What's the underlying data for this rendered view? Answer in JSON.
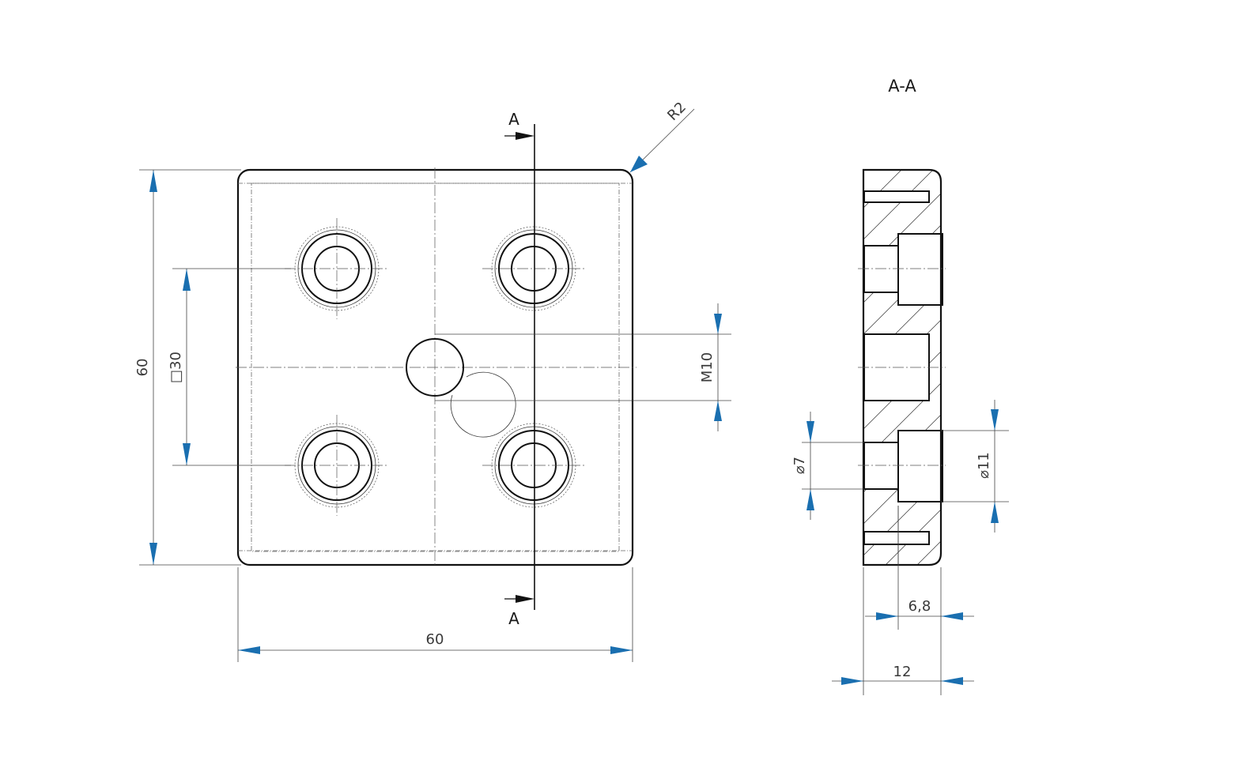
{
  "section_title": "A-A",
  "cut_labels": {
    "top": "A",
    "bottom": "A"
  },
  "dimensions": {
    "radius": "R2",
    "height": "60",
    "hole_square": "□30",
    "width": "60",
    "thread": "M10",
    "bore_small": "⌀7",
    "bore_large": "⌀11",
    "counterbore_depth": "6,8",
    "thickness": "12"
  },
  "colors": {
    "arrow": "#1a6fb0",
    "line": "#111111"
  }
}
